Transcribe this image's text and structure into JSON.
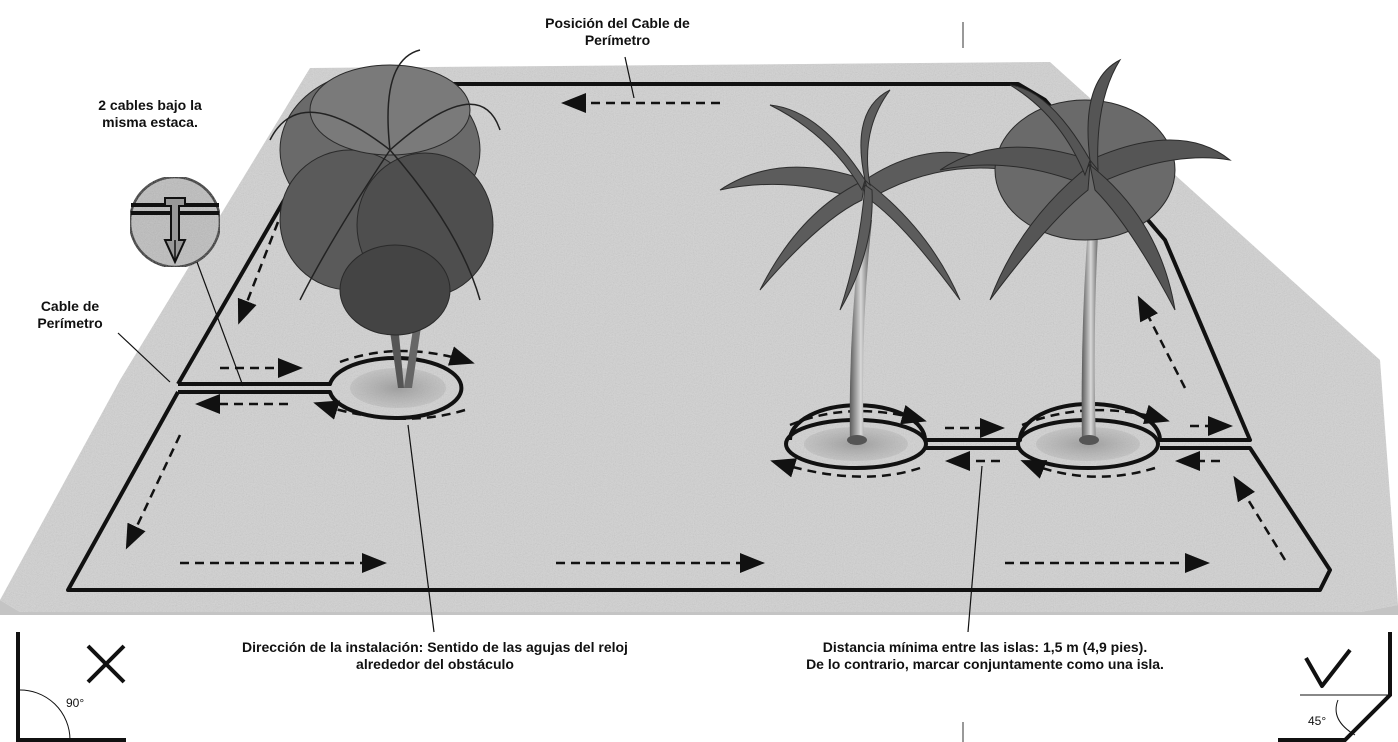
{
  "labels": {
    "perimeter_position_line1": "Posición del Cable de",
    "perimeter_position_line2": "Perímetro",
    "stake_line1": "2 cables bajo la",
    "stake_line2": "misma estaca.",
    "perimeter_cable_line1": "Cable de",
    "perimeter_cable_line2": "Perímetro",
    "direction_line1": "Dirección de la instalación: Sentido de las agujas del reloj",
    "direction_line2": "alrededor del obstáculo",
    "distance_line1": "Distancia mínima entre las islas: 1,5 m (4,9 pies).",
    "distance_line2": "De lo contrario, marcar conjuntamente como una isla."
  },
  "corner_examples": {
    "wrong": {
      "mark": "X",
      "angle": "90°"
    },
    "right": {
      "mark": "✓",
      "angle": "45°"
    }
  },
  "colors": {
    "ground": "#d2d2d2",
    "cable": "#111111",
    "palm_dark": "#3a3a3a",
    "palm_mid": "#6a6a6a"
  },
  "icons": [
    "stake-icon",
    "palm-tree-icon",
    "direction-arrow-icon",
    "wrong-x-icon",
    "correct-check-icon"
  ]
}
